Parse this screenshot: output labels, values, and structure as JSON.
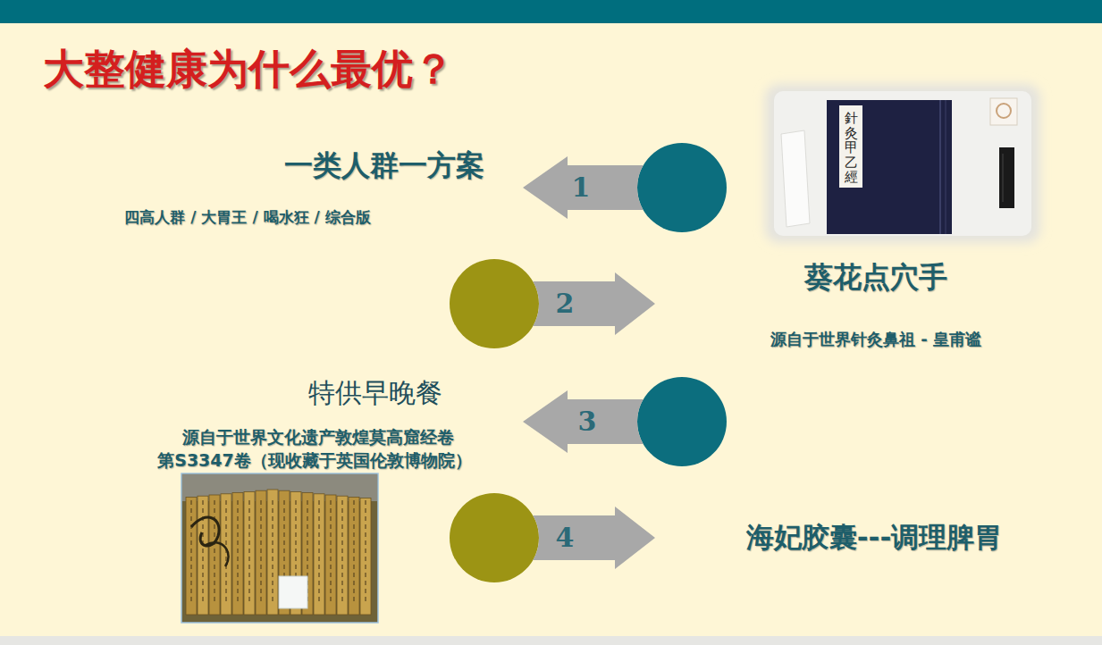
{
  "diagram": {
    "title": "大整健康为什么最优？",
    "nodes": [
      {
        "text": [
          "1"
        ]
      },
      {
        "text": [
          "2"
        ]
      },
      {
        "text": [
          "3"
        ]
      },
      {
        "text": [
          "4"
        ]
      }
    ],
    "labels": [
      "一类人群一方案",
      "四高人群 / 大胃王 / 喝水狂 / 综合版",
      "針灸甲乙經",
      "葵花点穴手",
      "源自于世界针灸鼻祖 - 皇甫谧",
      "特供早晚餐",
      "源自于世界文化遗产敦煌莫高窟经卷",
      "第S3347卷（现收藏于英国伦敦博物院）",
      "海妃胶囊---调理脾胃"
    ]
  }
}
